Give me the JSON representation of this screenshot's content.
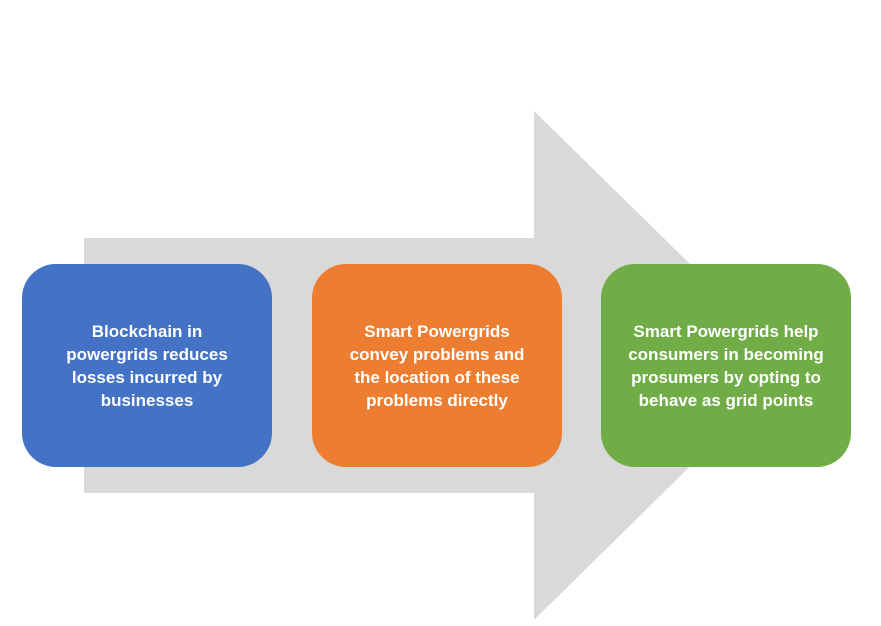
{
  "diagram": {
    "arrow_color": "#d9d9d9",
    "boxes": [
      {
        "text": "Blockchain in powergrids reduces losses incurred by businesses",
        "color": "#4472c4"
      },
      {
        "text": "Smart Powergrids convey problems and the location of these problems directly",
        "color": "#ed7d31"
      },
      {
        "text": "Smart Powergrids  help consumers in becoming prosumers by opting to behave as grid points",
        "color": "#70ad47"
      }
    ]
  }
}
